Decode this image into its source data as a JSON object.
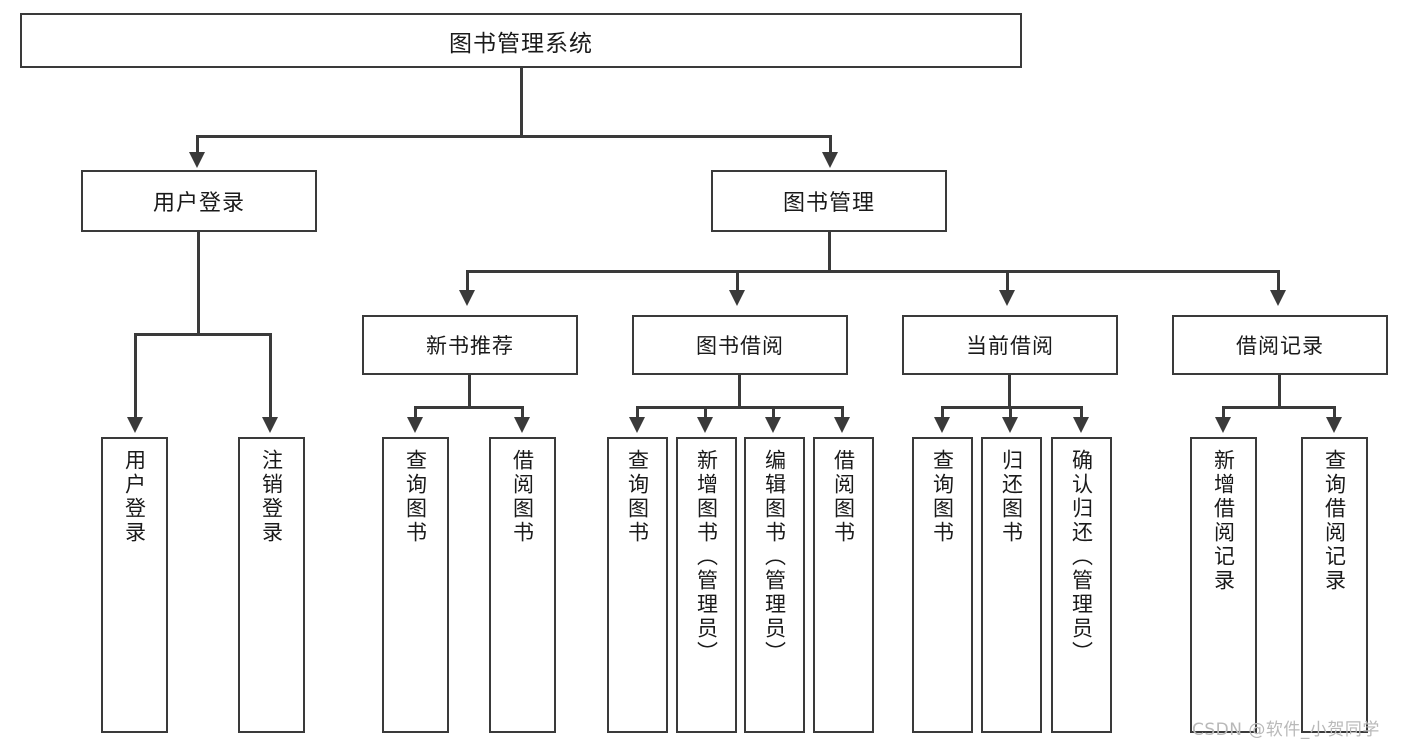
{
  "diagram": {
    "type": "hierarchy-tree",
    "title": "图书管理系统",
    "orientation": "top-down",
    "levels": 4,
    "colors": {
      "box_border": "#3a3a3a",
      "box_fill": "#ffffff",
      "connector": "#3a3a3a",
      "text": "#1a1a1a",
      "watermark": "#b9b9b9",
      "background": "#ffffff"
    }
  },
  "root": {
    "label": "图书管理系统"
  },
  "level2": [
    {
      "label": "用户登录"
    },
    {
      "label": "图书管理"
    }
  ],
  "level3": [
    {
      "label": "新书推荐"
    },
    {
      "label": "图书借阅"
    },
    {
      "label": "当前借阅"
    },
    {
      "label": "借阅记录"
    }
  ],
  "leaves": {
    "user_login": [
      {
        "label": "用户登录"
      },
      {
        "label": "注销登录"
      }
    ],
    "new_book_recommend": [
      {
        "label": "查询图书"
      },
      {
        "label": "借阅图书"
      }
    ],
    "book_borrow": [
      {
        "label": "查询图书"
      },
      {
        "label": "新增图书（管理员）"
      },
      {
        "label": "编辑图书（管理员）"
      },
      {
        "label": "借阅图书"
      }
    ],
    "current_borrow": [
      {
        "label": "查询图书"
      },
      {
        "label": "归还图书"
      },
      {
        "label": "确认归还（管理员）"
      }
    ],
    "borrow_record": [
      {
        "label": "新增借阅记录"
      },
      {
        "label": "查询借阅记录"
      }
    ]
  },
  "watermark": {
    "text": "CSDN @软件_小贺同学"
  }
}
